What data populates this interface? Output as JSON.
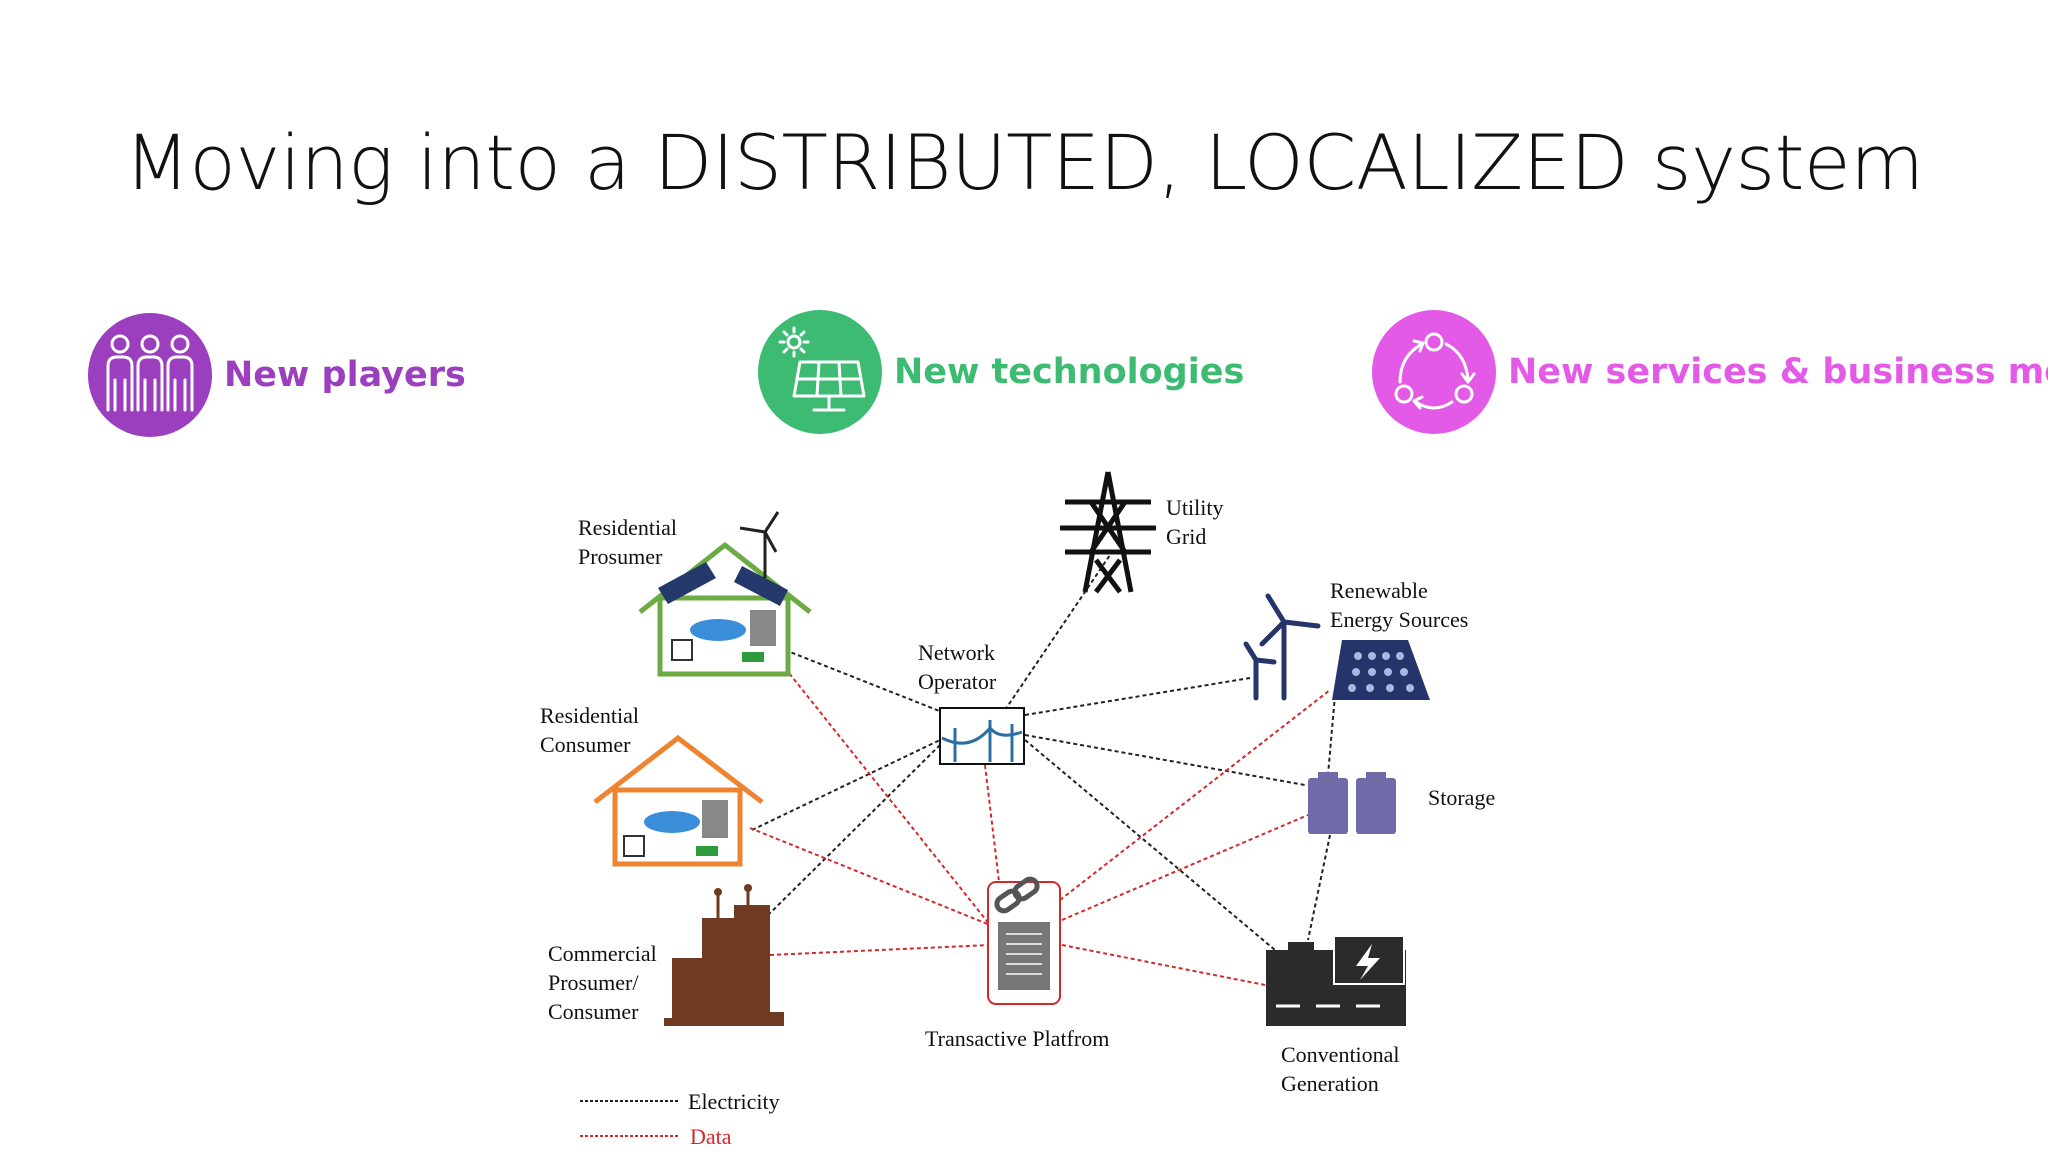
{
  "title": "Moving into a DISTRIBUTED, LOCALIZED system",
  "categories": [
    {
      "label": "New players",
      "color": "#9b3fbf",
      "icon": "people-icon"
    },
    {
      "label": "New technologies",
      "color": "#3dbb73",
      "icon": "solar-panel-icon"
    },
    {
      "label": "New services & business models",
      "color": "#e25ae6",
      "icon": "cycle-icon"
    }
  ],
  "nodes": {
    "residential_prosumer": [
      "Residential",
      "Prosumer"
    ],
    "residential_consumer": [
      "Residential",
      "Consumer"
    ],
    "commercial": [
      "Commercial",
      "Prosumer/",
      "Consumer"
    ],
    "utility_grid": [
      "Utility",
      "Grid"
    ],
    "network_operator": [
      "Network",
      "Operator"
    ],
    "renewable": [
      "Renewable",
      "Energy  Sources"
    ],
    "storage": [
      "Storage"
    ],
    "transactive": [
      "Transactive  Platfrom"
    ],
    "conventional": [
      "Conventional",
      "Generation"
    ]
  },
  "legend": {
    "electricity": "Electricity",
    "data": "Data",
    "electricity_color": "#222222",
    "data_color": "#d22a2a"
  }
}
